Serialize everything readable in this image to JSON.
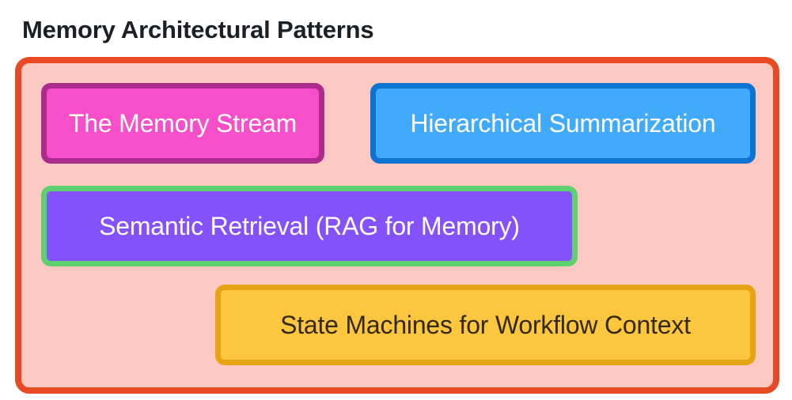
{
  "page": {
    "title": "Memory Architectural Patterns"
  },
  "diagram": {
    "container": {
      "name": "memory-architectural-patterns-group",
      "border_color": "#e94a26",
      "fill_color": "#fcc9c2"
    },
    "boxes": [
      {
        "id": "memory-stream",
        "label": "The Memory Stream",
        "fill_color": "#f74fc9",
        "border_color": "#ae2b8e",
        "text_color": "#ffffff"
      },
      {
        "id": "hierarchical-summarization",
        "label": "Hierarchical Summarization",
        "fill_color": "#41aafb",
        "border_color": "#0b74d1",
        "text_color": "#ffffff"
      },
      {
        "id": "semantic-retrieval",
        "label": "Semantic Retrieval (RAG for Memory)",
        "fill_color": "#8451fb",
        "border_color": "#5ed06f",
        "text_color": "#ffffff"
      },
      {
        "id": "state-machines",
        "label": "State Machines for Workflow Context",
        "fill_color": "#fcc63e",
        "border_color": "#e6a414",
        "text_color": "#33290e"
      }
    ]
  }
}
